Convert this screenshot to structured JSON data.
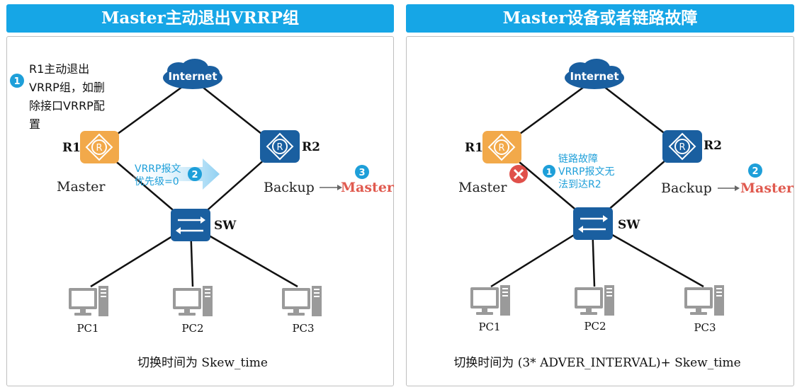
{
  "panels": [
    {
      "title": "Master主动退出VRRP组",
      "step1_badge": "1",
      "step1_lines": [
        "R1主动退出",
        "VRRP组，如删",
        "除接口VRRP配",
        "置"
      ],
      "step2_badge": "2",
      "step2_lines": [
        "VRRP报文",
        "优先级=0"
      ],
      "step3_badge": "3",
      "internet": "Internet",
      "r1": "R1",
      "r2": "R2",
      "r1_role": "Master",
      "r2_role_from": "Backup",
      "r2_role_to": "Master",
      "sw": "SW",
      "pc1": "PC1",
      "pc2": "PC2",
      "pc3": "PC3",
      "footer": "切换时间为 Skew_time"
    },
    {
      "title": "Master设备或者链路故障",
      "step1_badge": "1",
      "step1_lines": [
        "链路故障",
        "VRRP报文无",
        "法到达R2"
      ],
      "step2_badge": "2",
      "internet": "Internet",
      "r1": "R1",
      "r2": "R2",
      "r1_role": "Master",
      "r2_role_from": "Backup",
      "r2_role_to": "Master",
      "sw": "SW",
      "pc1": "PC1",
      "pc2": "PC2",
      "pc3": "PC3",
      "footer": "切换时间为 (3* ADVER_INTERVAL)+ Skew_time"
    }
  ],
  "colors": {
    "title_bg": "#16a6e6",
    "router_master": "#f2a94a",
    "router_backup": "#1a5fa0",
    "switch": "#1a5fa0",
    "internet_cloud": "#1a5fa0",
    "accent_blue": "#1e9fd9",
    "new_master_red": "#e05a4f",
    "fault_x": "#e0504a"
  },
  "icons": {
    "internet": "cloud-icon",
    "router": "router-icon",
    "switch": "switch-icon",
    "pc": "pc-icon",
    "fault": "fault-x-icon",
    "arrow": "arrow-right-icon"
  }
}
